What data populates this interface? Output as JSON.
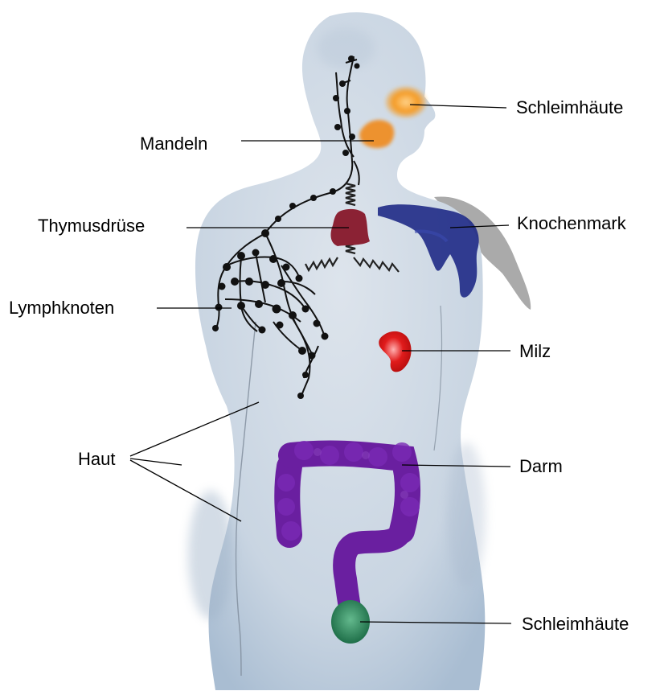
{
  "labels": {
    "schleimhaeute_top": "Schleimhäute",
    "mandeln": "Mandeln",
    "thymusdruese": "Thymusdrüse",
    "knochenmark": "Knochenmark",
    "lymphknoten": "Lymphknoten",
    "milz": "Milz",
    "haut": "Haut",
    "darm": "Darm",
    "schleimhaeute_bottom": "Schleimhäute"
  },
  "colors": {
    "body": "#c7d3e0",
    "body_shadow": "#9fb2c8",
    "mucosa_top": "#f59b23",
    "tonsils": "#f08a1c",
    "thymus": "#8b2234",
    "bone_marrow": "#1f2a86",
    "spleen": "#e01b1b",
    "intestine": "#6a1fa0",
    "mucosa_bottom": "#2e8a5e",
    "lymph": "#111111",
    "leader_line": "#000000"
  }
}
